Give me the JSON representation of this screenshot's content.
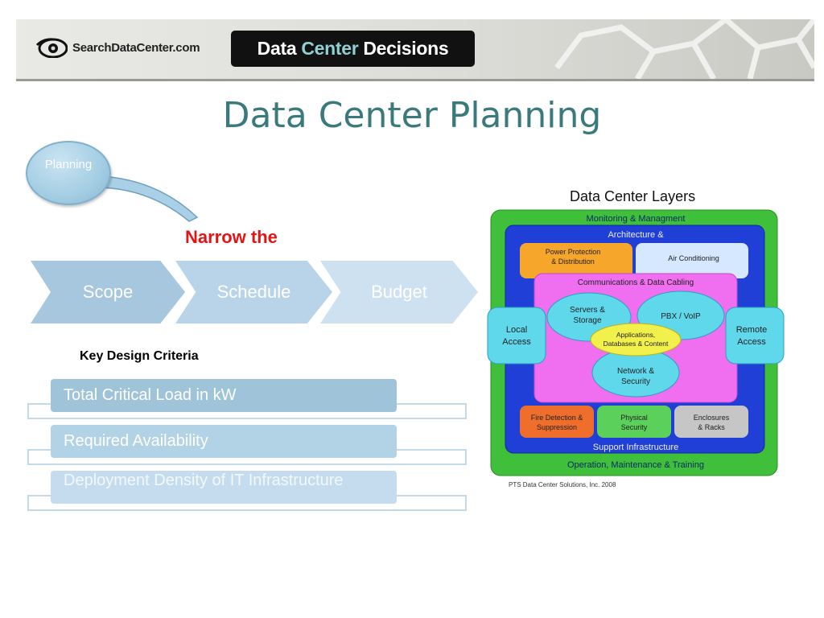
{
  "header": {
    "site_name": "SearchDataCenter.com",
    "badge": {
      "part1": "Data",
      "part2": "Center",
      "part3": "Decisions"
    }
  },
  "slide": {
    "title": "Data Center Planning",
    "callout": {
      "label": "Planning",
      "annotation": "Narrow the"
    },
    "process": [
      "Scope",
      "Schedule",
      "Budget"
    ],
    "criteria_heading": "Key Design Criteria",
    "criteria": [
      "Total Critical Load in kW",
      "Required Availability",
      "Deployment Density of IT Infrastructure"
    ]
  },
  "diagram": {
    "title": "Data Center Layers",
    "outer_top": "Monitoring & Managment",
    "architecture": "Architecture &",
    "power": "Power Protection",
    "power2": "& Distribution",
    "air": "Air Conditioning",
    "comms": "Communications & Data Cabling",
    "servers": "Servers &",
    "servers2": "Storage",
    "pbx": "PBX / VoIP",
    "apps": "Applications,",
    "apps2": "Databases & Content",
    "network": "Network &",
    "network2": "Security",
    "local": "Local",
    "local2": "Access",
    "remote": "Remote",
    "remote2": "Access",
    "fire": "Fire Detection &",
    "fire2": "Suppression",
    "physical": "Physical",
    "physical2": "Security",
    "enclosures": "Enclosures",
    "enclosures2": "& Racks",
    "support": "Support Infrastructure",
    "operation": "Operation, Maintenance & Training",
    "credit": "PTS Data Center Solutions, Inc. 2008",
    "colors": {
      "outer": "#3fbf3a",
      "blue": "#1f3fd6",
      "pink": "#f06ef0",
      "orange": "#f7a62c",
      "cyan": "#60d8ec",
      "yellow": "#f2f04a"
    }
  }
}
